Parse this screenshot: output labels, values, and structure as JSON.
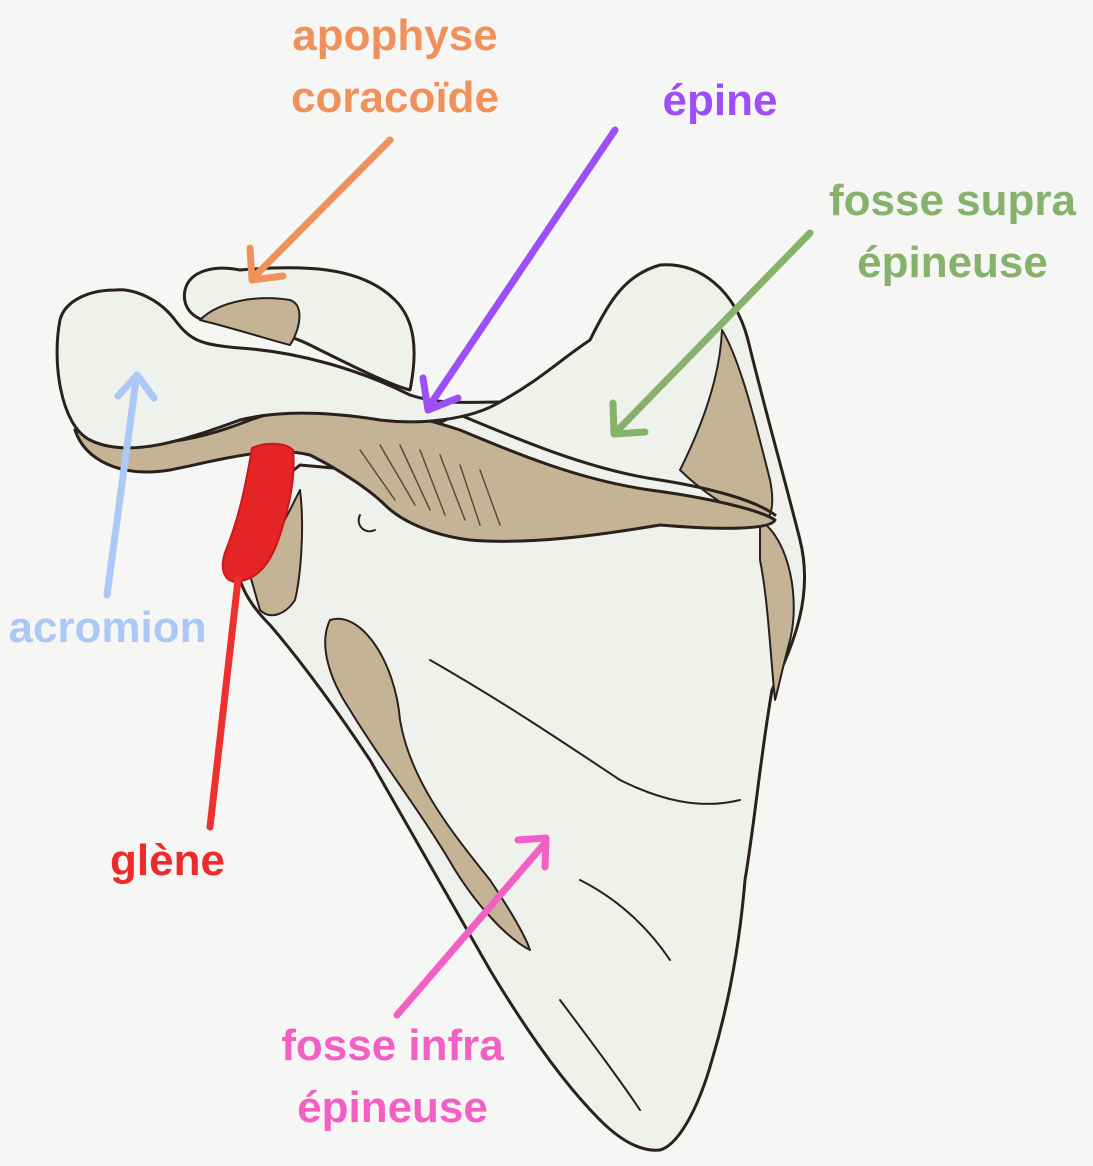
{
  "colors": {
    "background": "#f6f6f5",
    "bone_fill": "#eef1ec",
    "bone_outline": "#2a211d",
    "bone_shadow": "#c4b394",
    "coracoid": "#f0905a",
    "spine": "#9b4ff5",
    "supraspinous": "#86b26b",
    "acromion": "#abc8f7",
    "glenoid": "#ee2a2a",
    "infraspinous": "#f45fc3"
  },
  "labels": {
    "coracoid": {
      "line1": "apophyse",
      "line2": "coracoïde",
      "color_key": "coracoid",
      "icon": "arrow"
    },
    "spine": {
      "line1": "épine",
      "color_key": "spine",
      "icon": "arrow"
    },
    "supraspinous": {
      "line1": "fosse supra",
      "line2": "épineuse",
      "color_key": "supraspinous",
      "icon": "arrow"
    },
    "acromion": {
      "line1": "acromion",
      "color_key": "acromion",
      "icon": "arrow"
    },
    "glenoid": {
      "line1": "glène",
      "color_key": "glenoid",
      "icon": "arrow"
    },
    "infraspinous": {
      "line1": "fosse infra",
      "line2": "épineuse",
      "color_key": "infraspinous",
      "icon": "arrow"
    }
  }
}
